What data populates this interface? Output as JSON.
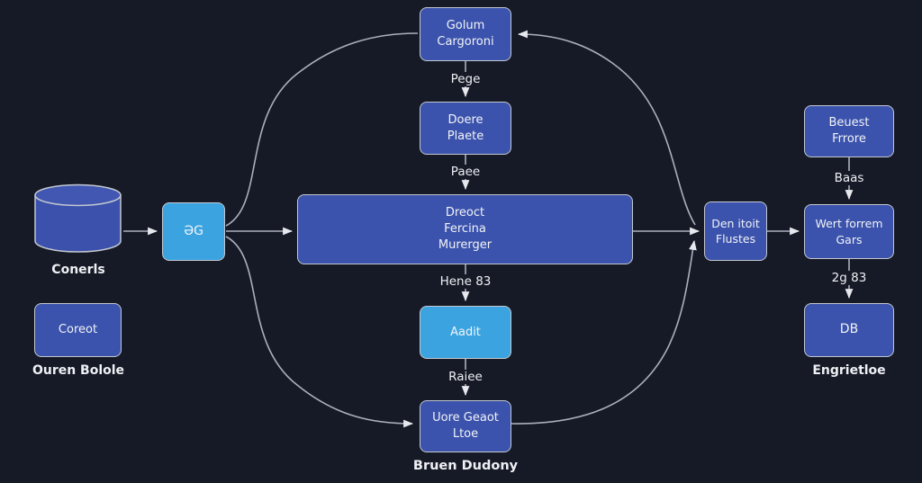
{
  "diagram": {
    "background": "#161a26",
    "colors": {
      "node_fill_blue": "#3b53ac",
      "node_fill_lightblue": "#3ba4e0",
      "node_border": "#c3c7cf",
      "edge_line": "#aab0bc",
      "arrowhead": "#e6e8ee",
      "text": "#f2f3f7"
    },
    "nodes": {
      "golum": {
        "line1": "Golum",
        "line2": "Cargoroni"
      },
      "doere": {
        "line1": "Doere",
        "line2": "Plaete"
      },
      "central": {
        "line1": "Dreoct",
        "line2": "Fercina",
        "line3": "Murerger"
      },
      "aadit": {
        "label": "Aadit"
      },
      "uore": {
        "line1": "Uore Geaot",
        "line2": "Ltoe",
        "caption": "Bruen Dudony"
      },
      "cylinder": {
        "caption": "Conerls"
      },
      "coreot": {
        "label": "Coreot",
        "caption": "Ouren Bolole"
      },
      "og": {
        "label": "ƏG"
      },
      "denitoit": {
        "line1": "Den itoit",
        "line2": "Flustes"
      },
      "beuest": {
        "line1": "Beuest",
        "line2": "Frrore"
      },
      "wert": {
        "line1": "Wert forrem",
        "line2": "Gars"
      },
      "db": {
        "label": "DB",
        "caption": "Engrietloe"
      }
    },
    "edge_labels": {
      "pege": "Pege",
      "paee": "Paee",
      "hene": "Hene 83",
      "raiee": "Raiee",
      "baas": "Baas",
      "sg83": "2g 83"
    }
  }
}
